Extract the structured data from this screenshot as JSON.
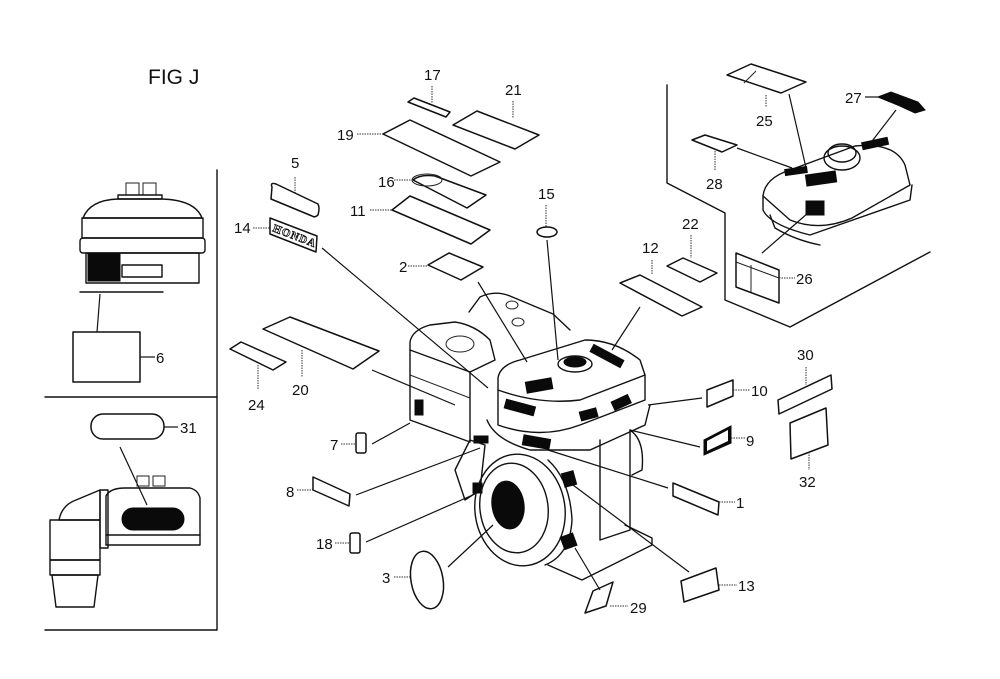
{
  "figure": {
    "title": "FIG J",
    "brand_text": "HONDA",
    "colors": {
      "line": "#111111",
      "background": "#ffffff",
      "fill_dark": "#0a0a0a"
    }
  },
  "callouts": {
    "c1": "1",
    "c2": "2",
    "c3": "3",
    "c5": "5",
    "c6": "6",
    "c7": "7",
    "c8": "8",
    "c9": "9",
    "c10": "10",
    "c11": "11",
    "c12": "12",
    "c13": "13",
    "c14": "14",
    "c15": "15",
    "c16": "16",
    "c17": "17",
    "c18": "18",
    "c19": "19",
    "c20": "20",
    "c21": "21",
    "c22": "22",
    "c24": "24",
    "c25": "25",
    "c26": "26",
    "c27": "27",
    "c28": "28",
    "c29": "29",
    "c30": "30",
    "c31": "31",
    "c32": "32"
  },
  "insets": {
    "left_top": "air cleaner side view with label 6",
    "left_bottom": "engine side view with label 31",
    "top_right": "fuel tank variant with labels 25, 26, 27, 28"
  }
}
